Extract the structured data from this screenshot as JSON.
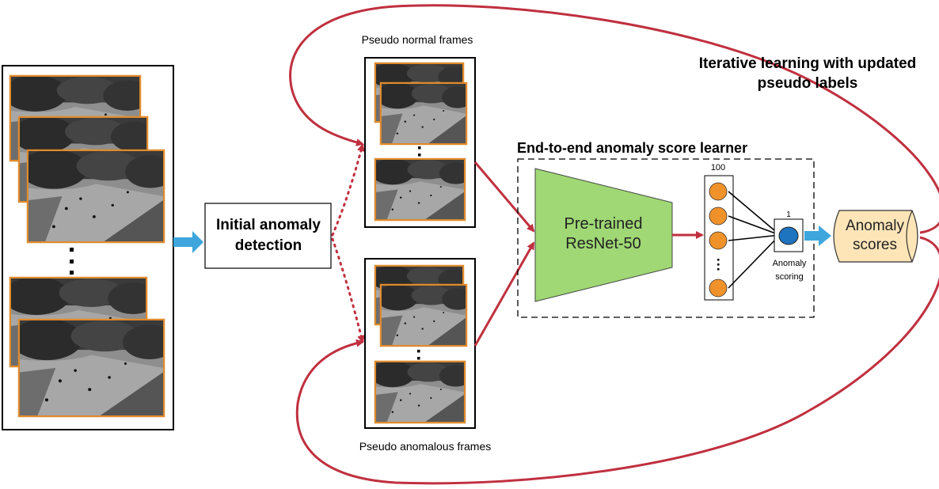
{
  "labels": {
    "pseudo_normal": "Pseudo normal frames",
    "pseudo_anomalous": "Pseudo anomalous frames",
    "iterative_line1": "Iterative learning with updated",
    "iterative_line2": "pseudo labels",
    "initial_line1": "Initial anomaly",
    "initial_line2": "detection",
    "learner_title": "End-to-end anomaly score learner",
    "resnet_line1": "Pre-trained",
    "resnet_line2": "ResNet-50",
    "fc_count": "100",
    "output_count": "1",
    "scoring_line1": "Anomaly",
    "scoring_line2": "scoring",
    "scores_line1": "Anomaly",
    "scores_line2": "scores"
  },
  "colors": {
    "feedback_arrow": "#c0303f",
    "flow_arrow": "#3ea6dc",
    "frame_border": "#e08a2c",
    "resnet_fill": "#9fd874",
    "neuron_fill": "#f0922a",
    "output_neuron_fill": "#1f74bf",
    "scores_fill": "#fde5b8"
  }
}
